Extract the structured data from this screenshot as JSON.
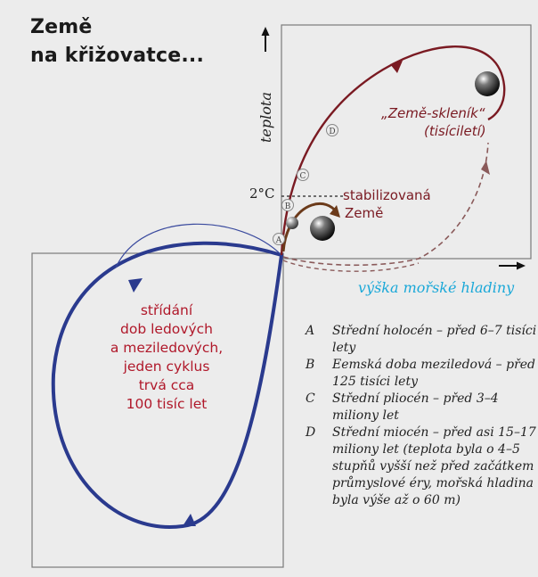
{
  "title": {
    "line1": "Země",
    "line2": "na křižovatce..."
  },
  "axes": {
    "y_label": "teplota",
    "x_label": "výška mořské hladiny",
    "threshold_label": "2°C"
  },
  "regions": {
    "stable_line1": "stabilizovaná",
    "stable_line2": "Země",
    "greenhouse_line1": "„Země-skleník“",
    "greenhouse_line2": "(tisíciletí)",
    "cycle_lines": [
      "střídání",
      "dob ledových",
      "a meziledových,",
      "jeden cyklus",
      "trvá cca",
      "100 tisíc let"
    ]
  },
  "markers": [
    "A",
    "B",
    "C",
    "D"
  ],
  "legend": [
    {
      "key": "A",
      "text": "Střední holocén – před 6–7 tisíci lety"
    },
    {
      "key": "B",
      "text": "Eemská doba meziledová – před 125 tisíci lety"
    },
    {
      "key": "C",
      "text": "Střední pliocén – před 3–4 miliony let"
    },
    {
      "key": "D",
      "text": "Střední miocén – před asi 15–17 miliony let (teplota byla o 4–5 stupňů vyšší než před začátkem průmyslové éry, mořská hladina byla výše až o 60 m)"
    }
  ],
  "colors": {
    "background": "#ececec",
    "frame": "#7a7a7a",
    "cycle_loop": "#2a3a8e",
    "trajectory": "#7a1a22",
    "label_red": "#b0182a",
    "axis_label_blue": "#1aa8d8"
  }
}
